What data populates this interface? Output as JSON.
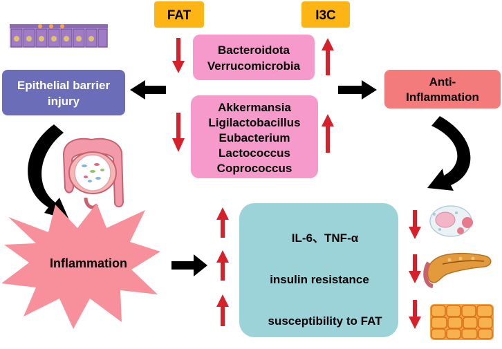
{
  "top": {
    "fat_label": "FAT",
    "i3c_label": "I3C"
  },
  "phylum_box": {
    "lines": [
      "Bacteroidota",
      "Verrucomicrobia"
    ]
  },
  "genus_box": {
    "lines": [
      "Akkermansia",
      "Ligilactobacillus",
      "Eubacterium",
      "Lactococcus",
      "Coprococcus"
    ]
  },
  "left": {
    "epithelial_lines": [
      "Epithelial barrier",
      "injury"
    ],
    "inflammation_label": "Inflammation"
  },
  "right": {
    "anti_lines": [
      "Anti-",
      "Inflammation"
    ]
  },
  "outcomes": {
    "items": [
      "IL-6、TNF-α",
      "insulin resistance",
      "susceptibility to FAT"
    ]
  },
  "colors": {
    "orange_box": "#FDB515",
    "pink_box": "#F59ACB",
    "blue_box": "#6B6DB8",
    "salmon_box": "#F47B7B",
    "teal_box": "#9BD3D8",
    "starburst": "#F7909A",
    "arrow_red": "#D6202A"
  },
  "icons": {
    "epithelium": "epithelial-cells-icon",
    "intestine": "intestine-icon",
    "immune_cells": "immune-cells-icon",
    "pancreas": "pancreas-icon",
    "fat_cells": "adipocytes-icon"
  }
}
